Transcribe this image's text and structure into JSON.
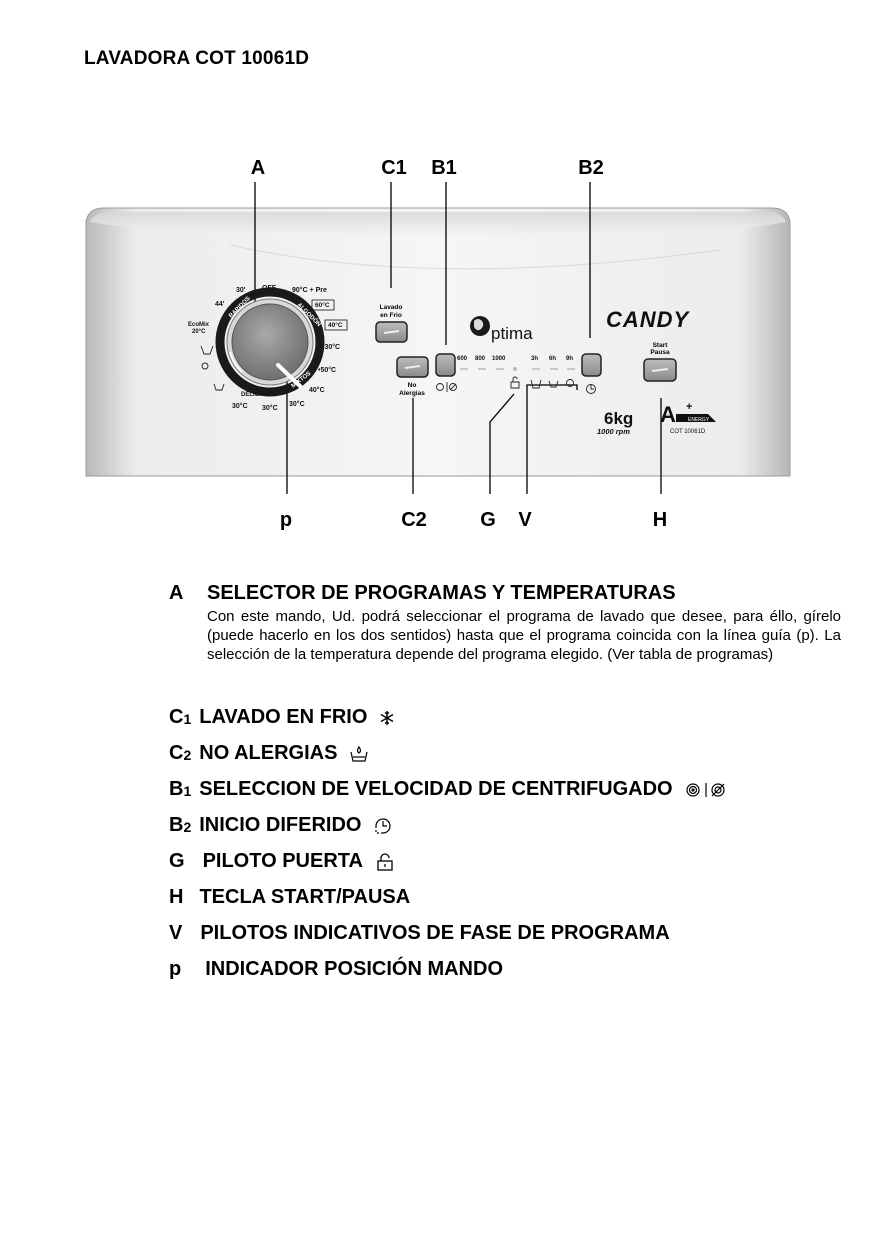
{
  "document_title": "LAVADORA  COT 10061D",
  "callouts": {
    "A": "A",
    "C1": "C1",
    "B1": "B1",
    "B2": "B2",
    "p": "p",
    "C2": "C2",
    "G": "G",
    "V": "V",
    "H": "H"
  },
  "panel": {
    "brand": "CANDY",
    "model_name": "ptima",
    "capacity": "6kg",
    "rpm": "1000 rpm",
    "energy_class": "A",
    "energy_plus": "+",
    "energy_word": "ENERGY",
    "model_code": "COT 10061D",
    "cold_wash_label_1": "Lavado",
    "cold_wash_label_2": "en Frio",
    "no_allergy_label_1": "No",
    "no_allergy_label_2": "Alergias",
    "start_label_1": "Start",
    "start_label_2": "Pausa",
    "spin_speeds": [
      "600",
      "800",
      "1000"
    ],
    "delay_hours": [
      "3h",
      "6h",
      "9h"
    ],
    "dial_labels": {
      "off": "OFF",
      "t90pre": "90°C + Pre",
      "t60": "60°C",
      "t40a": "40°C",
      "t30a": "•30°C",
      "t50": "•50°C",
      "t40b": "40°C",
      "t30b": "30°C",
      "t30c": "30°C",
      "t30d": "30°C",
      "t30top": "30'",
      "t44": "44'",
      "ecomix_1": "EcoMix",
      "ecomix_2": "20°C",
      "rapidos": "RAPIDOS",
      "algodon": "ALGODÓN",
      "mixtos": "MIXTOS",
      "delicados": "DELICADOS"
    }
  },
  "section_A": {
    "letter": "A",
    "heading": "SELECTOR DE PROGRAMAS Y TEMPERATURAS",
    "body": "Con este mando, Ud. podrá seleccionar el programa de lavado que desee, para éllo, gírelo (puede hacerlo  en los dos sentidos) hasta que el programa coincida con la línea guía (p). La selección de la temperatura   depende del programa elegido. (Ver tabla de programas)"
  },
  "legend": [
    {
      "code": "C",
      "sub": "1",
      "label": "LAVADO EN FRIO",
      "icon": "snowflake-icon"
    },
    {
      "code": "C",
      "sub": "2",
      "label": "NO ALERGIAS",
      "icon": "tub-drop-icon"
    },
    {
      "code": "B",
      "sub": "1",
      "label": "SELECCION DE VELOCIDAD DE CENTRIFUGADO",
      "icon": "spin-icon"
    },
    {
      "code": "B",
      "sub": "2",
      "label": "INICIO DIFERIDO",
      "icon": "clock-icon"
    },
    {
      "code": "G",
      "sub": "",
      "label": "PILOTO PUERTA",
      "icon": "lock-icon"
    },
    {
      "code": "H",
      "sub": "",
      "label": "TECLA START/PAUSA",
      "icon": ""
    },
    {
      "code": "V",
      "sub": "",
      "label": "PILOTOS INDICATIVOS DE FASE DE PROGRAMA",
      "icon": ""
    },
    {
      "code": "p",
      "sub": "",
      "label": "INDICADOR POSICIÓN MANDO",
      "icon": ""
    }
  ]
}
